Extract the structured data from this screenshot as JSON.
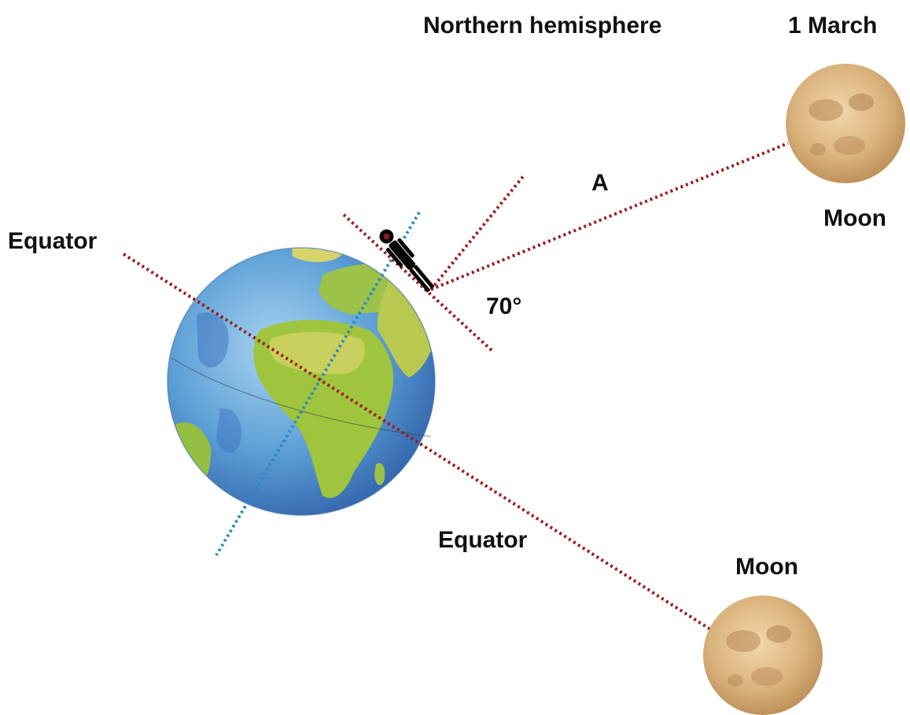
{
  "labels": {
    "title": "Northern hemisphere",
    "date": "1 March",
    "point": "A",
    "moon_top": "Moon",
    "moon_bottom": "Moon",
    "equator_left": "Equator",
    "equator_bottom": "Equator",
    "angle": "70°"
  },
  "colors": {
    "dotted_line": "#9b1c1c",
    "axis_line": "#2a8ac2",
    "ocean": "#4f8fcf",
    "land": "#8fbf3a",
    "moon": "#d8b07a",
    "figure": "#000000"
  },
  "icons": {
    "earth": "earth-globe-icon",
    "moon": "moon-icon",
    "observer": "person-icon"
  }
}
